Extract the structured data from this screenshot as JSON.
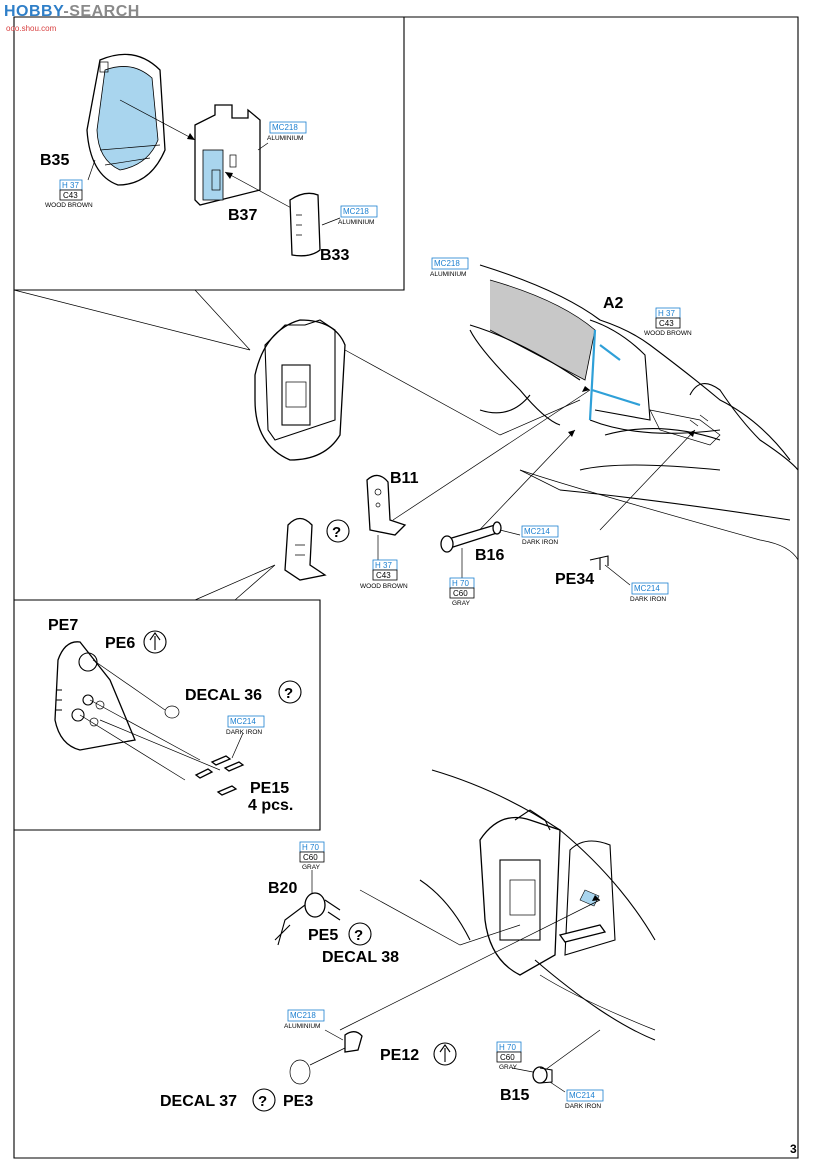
{
  "watermark": {
    "text_a": "HOBBY",
    "text_b": "SEARCH",
    "site": "ooo.shou.com"
  },
  "page_number": "3",
  "colors": {
    "callout_blue": "#1b7fd0",
    "fill_blue": "#a9d5ee",
    "fill_grey": "#c8c8c8"
  },
  "parts": {
    "b35": "B35",
    "b37": "B37",
    "b33": "B33",
    "a2": "A2",
    "b11": "B11",
    "b16": "B16",
    "pe34": "PE34",
    "pe7": "PE7",
    "pe6": "PE6",
    "decal36": "DECAL 36",
    "pe15": "PE15",
    "pe15_qty": "4 pcs.",
    "b20": "B20",
    "pe5": "PE5",
    "decal38": "DECAL 38",
    "pe12": "PE12",
    "decal37": "DECAL 37",
    "pe3": "PE3",
    "b15": "B15"
  },
  "paint": {
    "b35": {
      "top": "H 37",
      "bot": "C43",
      "name": "WOOD BROWN"
    },
    "b37": {
      "top": "MC218",
      "name": "ALUMINIUM"
    },
    "b33": {
      "top": "MC218",
      "name": "ALUMINIUM"
    },
    "a2_alu": {
      "top": "MC218",
      "name": "ALUMINIUM"
    },
    "a2_wood": {
      "top": "H 37",
      "bot": "C43",
      "name": "WOOD BROWN"
    },
    "b11": {
      "top": "H 37",
      "bot": "C43",
      "name": "WOOD BROWN"
    },
    "b16_iron": {
      "top": "MC214",
      "name": "DARK IRON"
    },
    "b16_gray": {
      "top": "H 70",
      "bot": "C60",
      "name": "GRAY"
    },
    "pe34": {
      "top": "MC214",
      "name": "DARK IRON"
    },
    "pe15": {
      "top": "MC214",
      "name": "DARK IRON"
    },
    "b20": {
      "top": "H 70",
      "bot": "C60",
      "name": "GRAY"
    },
    "pe12": {
      "top": "MC218",
      "name": "ALUMINIUM"
    },
    "b15_gray": {
      "top": "H 70",
      "bot": "C60",
      "name": "GRAY"
    },
    "b15_iron": {
      "top": "MC214",
      "name": "DARK IRON"
    }
  }
}
